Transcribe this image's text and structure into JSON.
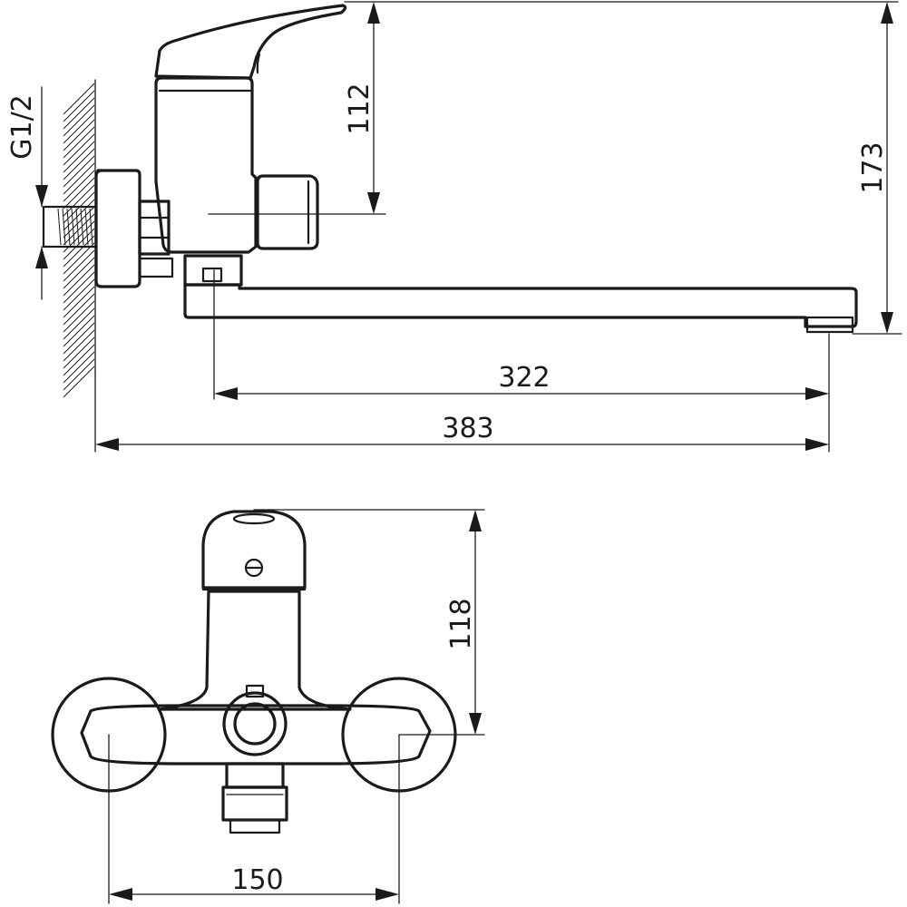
{
  "side_view": {
    "thread_label": "G1/2",
    "dims": {
      "handle_to_outlet_height": "112",
      "total_height": "173",
      "spout_reach": "322",
      "total_length": "383"
    }
  },
  "front_view": {
    "dims": {
      "height": "118",
      "centers": "150"
    }
  }
}
